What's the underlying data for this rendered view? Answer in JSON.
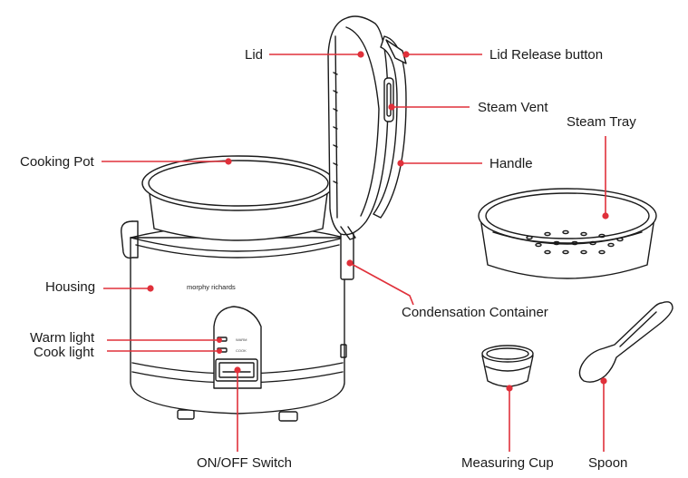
{
  "labels": {
    "lid": "Lid",
    "lid_release": "Lid Release button",
    "steam_vent": "Steam Vent",
    "steam_tray": "Steam Tray",
    "cooking_pot": "Cooking Pot",
    "handle": "Handle",
    "housing": "Housing",
    "condensation": "Condensation Container",
    "warm_light": "Warm light",
    "cook_light": "Cook light",
    "on_off": "ON/OFF Switch",
    "measuring_cup": "Measuring Cup",
    "spoon": "Spoon"
  },
  "product": {
    "brand": "morphy richards",
    "warm_text": "WARM",
    "cook_text": "COOK"
  },
  "colors": {
    "leader": "#e0303a",
    "outline": "#1a1a1a"
  }
}
